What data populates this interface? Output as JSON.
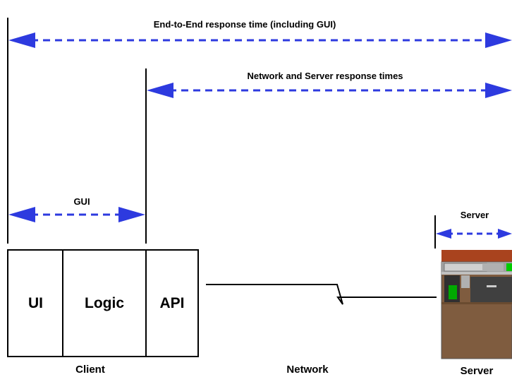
{
  "colors": {
    "arrow": "#2d3adf",
    "line": "#000000",
    "server_body": "#7f5c3f",
    "server_top": "#a9431e",
    "server_panel": "#404040",
    "server_led": "#00cc00",
    "server_gray": "#c0c0c0"
  },
  "measurements": {
    "end_to_end": "End-to-End response time (including GUI)",
    "network_server": "Network and Server response times",
    "gui": "GUI",
    "server": "Server"
  },
  "client": {
    "ui": "UI",
    "logic": "Logic",
    "api": "API",
    "label": "Client"
  },
  "network": {
    "label": "Network"
  },
  "server": {
    "label": "Server",
    "icon": "server-tower-icon"
  }
}
